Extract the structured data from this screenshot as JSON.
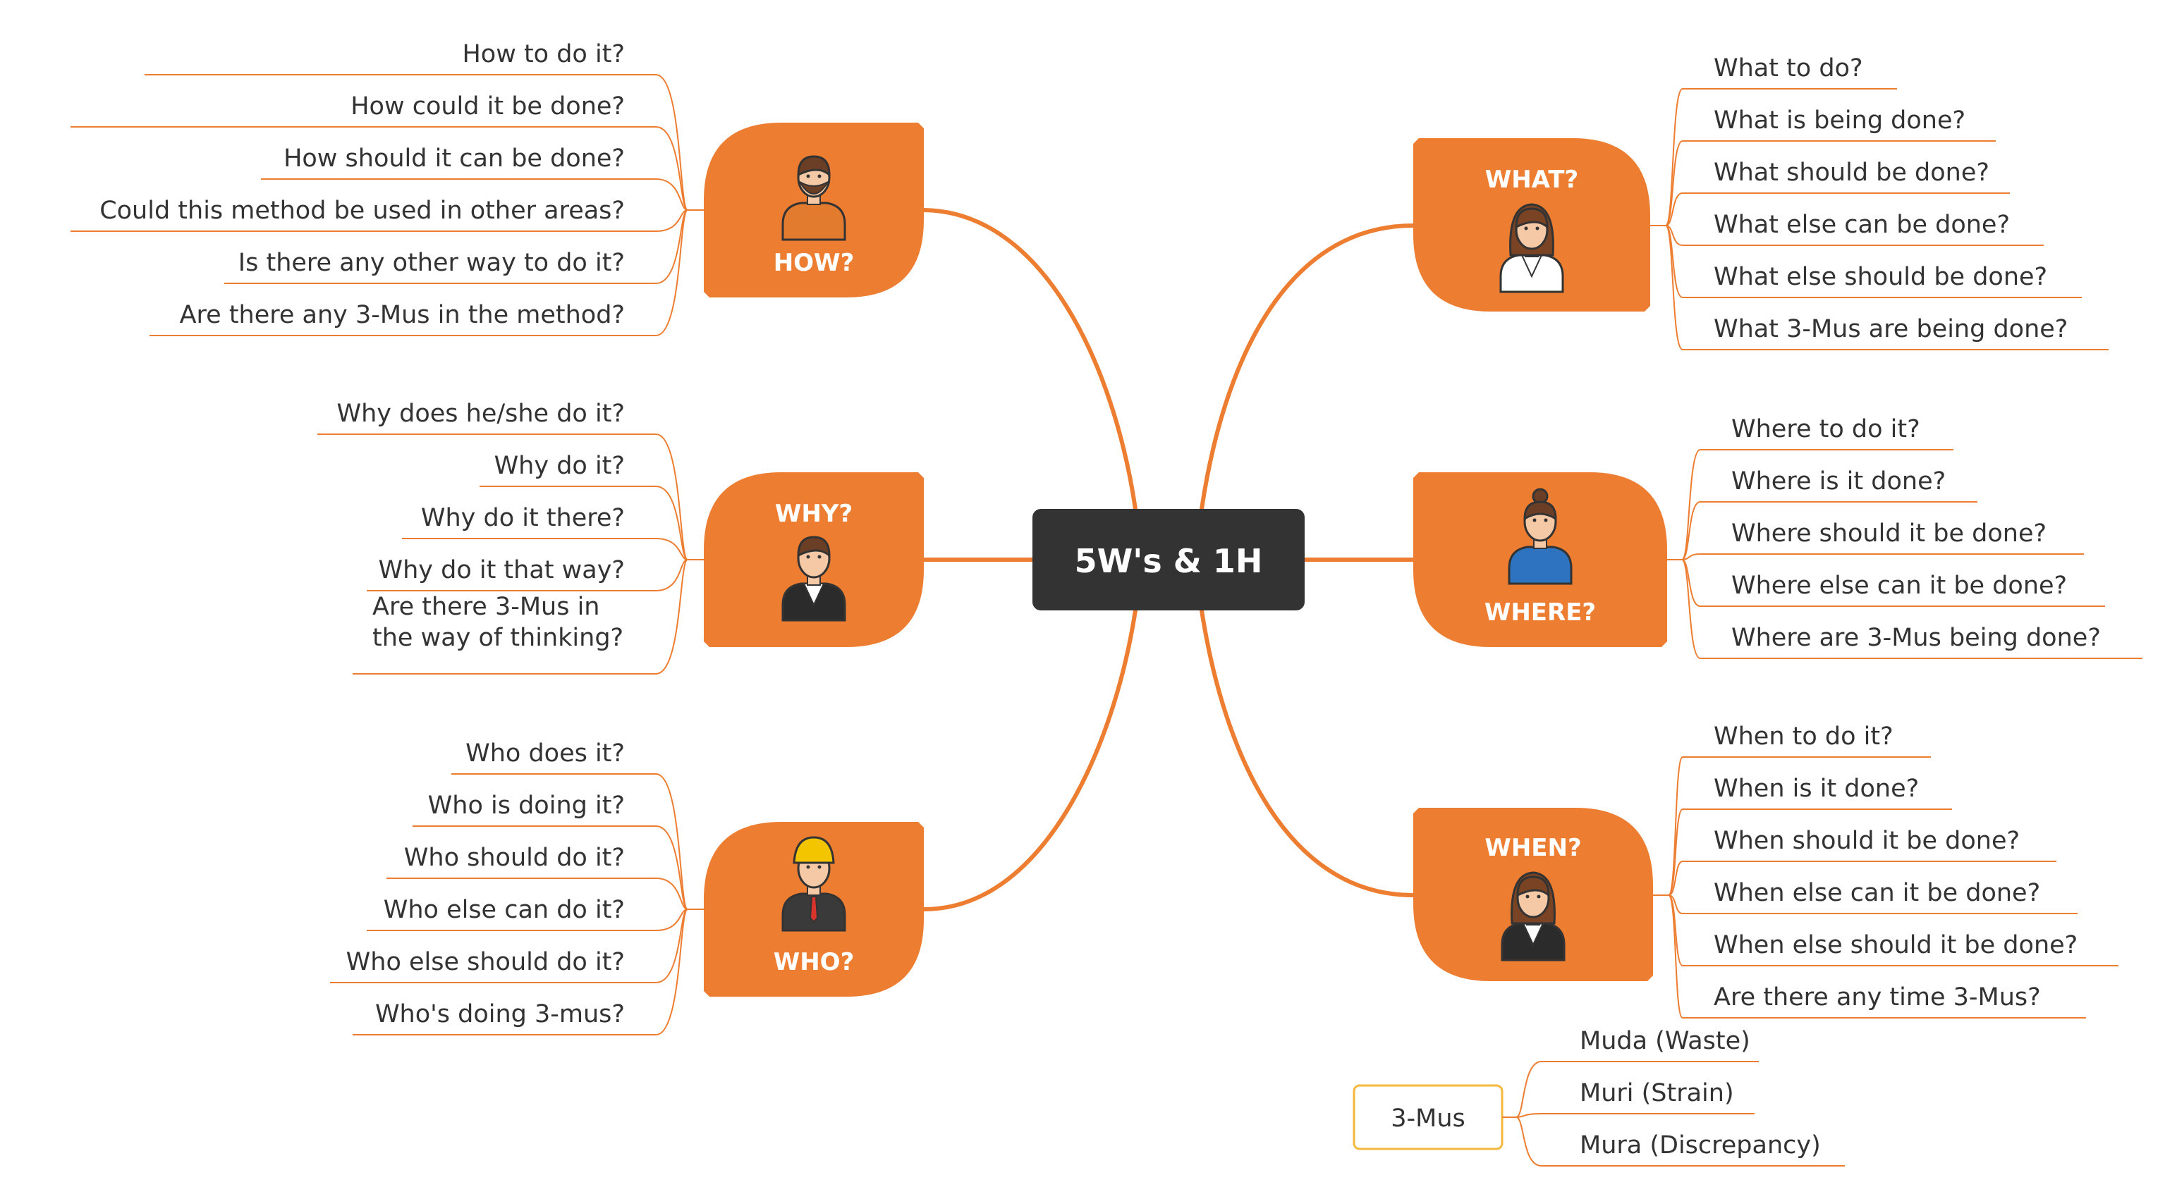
{
  "center": {
    "label": "5W's & 1H"
  },
  "colors": {
    "branch": "#ED7D31",
    "leaf_line": "#ED7D31",
    "central_fill": "#333333",
    "central_text": "#FFFFFF",
    "topic_fill": "#ED7D31",
    "topic_text": "#FFFFFF",
    "leaf_text": "#333333",
    "legend_border": "#F5B83D"
  },
  "topics": [
    {
      "id": "how",
      "label": "HOW?",
      "icon": "bearded-man-icon",
      "items": [
        "How to do it?",
        "How could it be done?",
        "How should it can be done?",
        "Could this method be used in other areas?",
        "Is there any other way to do it?",
        "Are there any 3-Mus in the method?"
      ]
    },
    {
      "id": "why",
      "label": "WHY?",
      "icon": "man-vest-icon",
      "items": [
        "Why does he/she do it?",
        "Why do it?",
        "Why do it there?",
        "Why do it that way?",
        "Are there 3-Mus in\nthe way of thinking?"
      ]
    },
    {
      "id": "who",
      "label": "WHO?",
      "icon": "worker-helmet-icon",
      "items": [
        "Who does it?",
        "Who is doing it?",
        "Who should do it?",
        "Who else can do it?",
        "Who else should do it?",
        "Who's doing 3-mus?"
      ]
    },
    {
      "id": "what",
      "label": "WHAT?",
      "icon": "woman-icon",
      "items": [
        "What to do?",
        "What is being done?",
        "What should be done?",
        "What else can be done?",
        "What else should be done?",
        "What 3-Mus are being done?"
      ]
    },
    {
      "id": "where",
      "label": "WHERE?",
      "icon": "woman-bun-icon",
      "items": [
        "Where to do it?",
        "Where is it done?",
        "Where should it be done?",
        "Where else can it be done?",
        "Where are 3-Mus being done?"
      ]
    },
    {
      "id": "when",
      "label": "WHEN?",
      "icon": "woman-blazer-icon",
      "items": [
        "When to do it?",
        "When is it done?",
        "When should it be done?",
        "When else can it be done?",
        "When else should it be done?",
        "Are there any time 3-Mus?"
      ]
    }
  ],
  "legend": {
    "label": "3-Mus",
    "items": [
      "Muda (Waste)",
      "Muri (Strain)",
      "Mura (Discrepancy)"
    ]
  }
}
